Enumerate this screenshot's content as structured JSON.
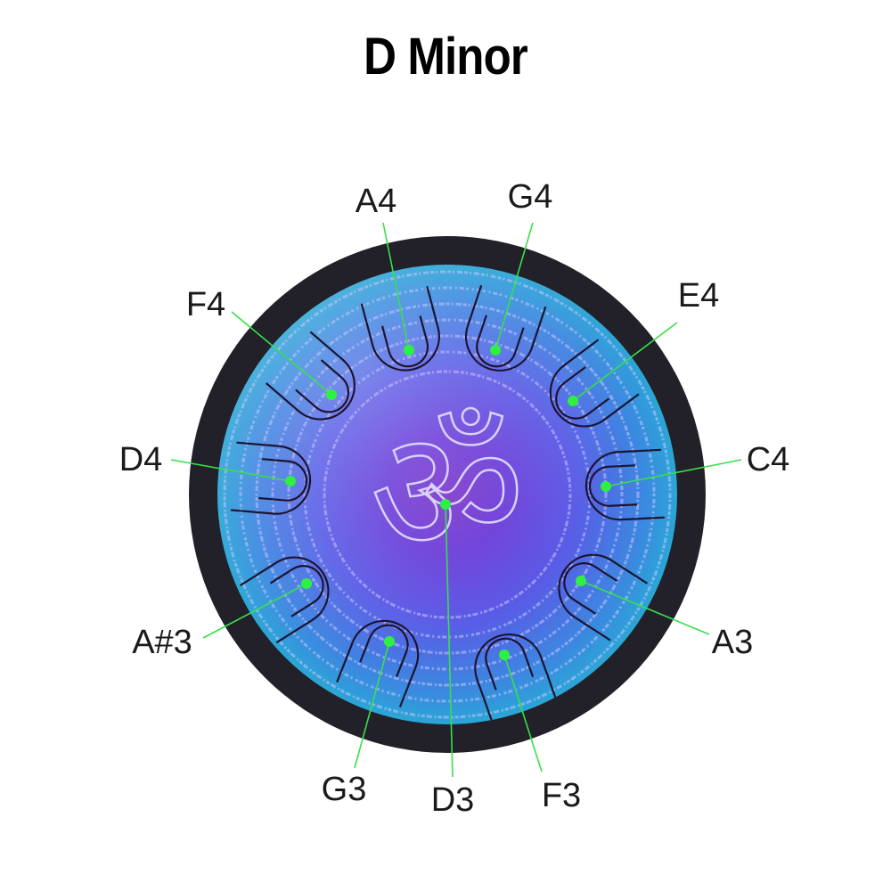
{
  "title": "D Minor",
  "center_symbol": "ॐ",
  "colors": {
    "rim": "#222029",
    "surface_outer": "#2aa6d6",
    "surface_mid": "#5a5ae6",
    "surface_inner": "#7a34c9",
    "pointer_line": "#38e04a",
    "pointer_dot": "#2ef040",
    "engraving": "#c9c4ff"
  },
  "notes": [
    {
      "label": "D3",
      "id": "d3"
    },
    {
      "label": "A3",
      "id": "a3"
    },
    {
      "label": "A#3",
      "id": "asharp3"
    },
    {
      "label": "C4",
      "id": "c4"
    },
    {
      "label": "D4",
      "id": "d4"
    },
    {
      "label": "E4",
      "id": "e4"
    },
    {
      "label": "F4",
      "id": "f4"
    },
    {
      "label": "G4",
      "id": "g4"
    },
    {
      "label": "A4",
      "id": "a4"
    },
    {
      "label": "F3",
      "id": "f3"
    },
    {
      "label": "G3",
      "id": "g3"
    }
  ]
}
